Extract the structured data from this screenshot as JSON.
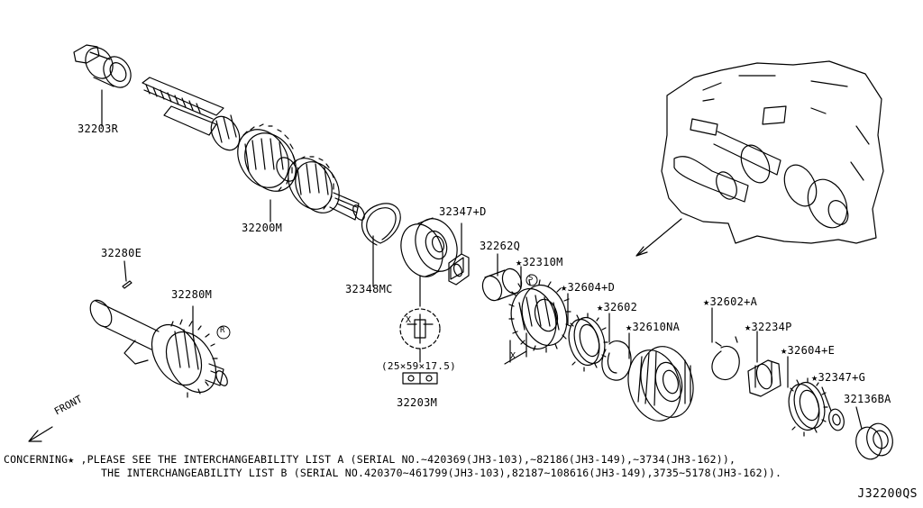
{
  "diagram": {
    "part_labels": [
      {
        "id": "p32203R",
        "text": "32203R"
      },
      {
        "id": "p32200M",
        "text": "32200M"
      },
      {
        "id": "p32348MC",
        "text": "32348MC"
      },
      {
        "id": "p32347D",
        "text": "32347+D"
      },
      {
        "id": "p32262Q",
        "text": "32262Q"
      },
      {
        "id": "p32310M",
        "text": "★32310M"
      },
      {
        "id": "p32604D",
        "text": "★32604+D"
      },
      {
        "id": "p32602",
        "text": "★32602"
      },
      {
        "id": "p32610NA",
        "text": "★32610NA"
      },
      {
        "id": "p32602A",
        "text": "★32602+A"
      },
      {
        "id": "p32234P",
        "text": "★32234P"
      },
      {
        "id": "p32604E",
        "text": "★32604+E"
      },
      {
        "id": "p32347G",
        "text": "★32347+G"
      },
      {
        "id": "p32136BA",
        "text": "32136BA"
      },
      {
        "id": "p32280E",
        "text": "32280E"
      },
      {
        "id": "p32280M",
        "text": "32280M"
      },
      {
        "id": "p32203M",
        "text": "32203M"
      }
    ],
    "bearing_dims": "(25×59×17.5)",
    "dim_x": "X",
    "dim_x2": "X",
    "mark_s": "S",
    "mark_r": "R",
    "front_label": "FRONT",
    "note_line1": "CONCERNING★ ,PLEASE SEE THE INTERCHANGEABILITY LIST A (SERIAL NO.~420369(JH3-103),~82186(JH3-149),~3734(JH3-162)),",
    "note_line2": "THE INTERCHANGEABILITY LIST B (SERIAL NO.420370~461799(JH3-103),82187~108616(JH3-149),3735~5178(JH3-162)).",
    "drawing_code": "J32200QS"
  }
}
